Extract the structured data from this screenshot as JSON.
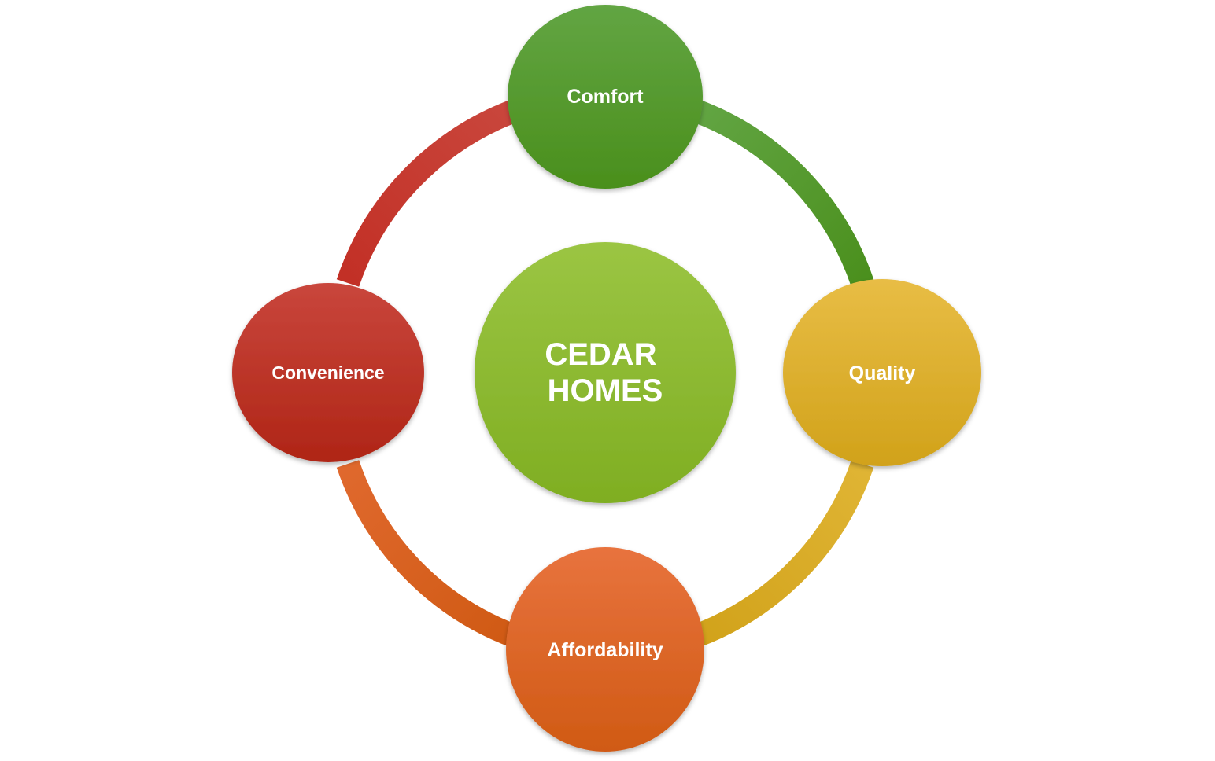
{
  "center": {
    "lines": [
      "CEDAR",
      "HOMES"
    ],
    "color_top": "#9BC543",
    "color_bottom": "#7FAE22"
  },
  "nodes": {
    "top": {
      "label": "Comfort",
      "color_top": "#62A543",
      "color_bottom": "#4A8F1C"
    },
    "right": {
      "label": "Quality",
      "color_top": "#E8BD45",
      "color_bottom": "#D1A21A"
    },
    "bottom": {
      "label": "Affordability",
      "color_top": "#E8733E",
      "color_bottom": "#D05A14"
    },
    "left": {
      "label": "Convenience",
      "color_top": "#C9463C",
      "color_bottom": "#AF2516"
    }
  },
  "arcs": {
    "top_right": {
      "color_start": "#62A543",
      "color_end": "#4A8F1C"
    },
    "right_bottom": {
      "color_start": "#E0B535",
      "color_end": "#D1A21A"
    },
    "bottom_left": {
      "color_start": "#D05A14",
      "color_end": "#E0692E"
    },
    "left_top": {
      "color_start": "#C22F25",
      "color_end": "#C9463C"
    }
  }
}
